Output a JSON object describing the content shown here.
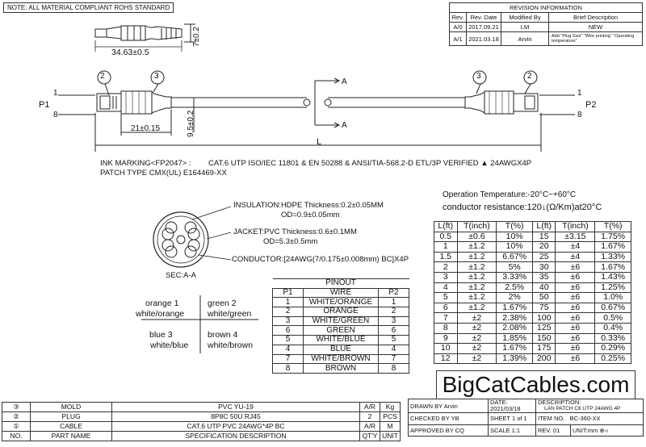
{
  "top_note": "NOTE: ALL MATERIAL COMPLIANT ROHS STANDARD",
  "revision": {
    "title": "REVISION INFORMATION",
    "headers": [
      "Rev.",
      "Rev. Date",
      "Modified By",
      "Brief Description"
    ],
    "rows": [
      {
        "rev": "A/0",
        "date": "2017.09.21",
        "by": "LM",
        "desc": "NEW"
      },
      {
        "rev": "A/1",
        "date": "2021.03.18",
        "by": "Arvin",
        "desc": "Add \"Plug Size\" \"Wire printing\" \"Operating temperature\""
      }
    ]
  },
  "drawing": {
    "dim_plug_length": "34.63±0.5",
    "dim_plug_height": "7±0.2",
    "dim_boot": "21±0.15",
    "dim_width": "9.5±0.2",
    "label_P1": "P1",
    "label_P2": "P2",
    "pin1_left": "1",
    "pin8_left": "8",
    "pin1_right": "1",
    "pin8_right": "8",
    "callout_2": "2",
    "callout_3": "3",
    "section_A": "A",
    "length_L": "L"
  },
  "ink_marking": {
    "line1_label": "INK MARKING<FP2047> :",
    "line1_text": "CAT.6 UTP ISO/IEC 11801 & EN 50288 & ANSI/TIA-568.2-D ETL/3P VERIFIED ▲ 24AWGX4P",
    "line2_text": "PATCH TYPE CMX(UL) E164469-XX"
  },
  "section": {
    "insulation": "INSULATION:HDPE Thickness:0.2±0.05MM",
    "insulation_od": "OD=0.9±0.05mm",
    "jacket": "JACKET:PVC  Thickness:0.6±0.1MM",
    "jacket_od": "OD=5.3±0.5mm",
    "conductor": "CONDUCTOR:[24AWG(7/0.175±0.008mm) BC]X4P",
    "label": "SEC:A-A"
  },
  "pairs": [
    {
      "a": "orange 1",
      "b": "white/orange",
      "c": "green  2",
      "d": "white/green"
    },
    {
      "a": "blue     3",
      "b": "white/blue",
      "c": "brown 4",
      "d": "white/brown"
    }
  ],
  "operation": {
    "temperature": "Operation Temperature:-20°C~+60°C",
    "resistance": "conductor resistance:120↓(Ω/Km)at20°C"
  },
  "tolerance_table": {
    "headers": [
      "L(ft)",
      "T(inch)",
      "T(%)",
      "L(ft)",
      "T(inch)",
      "T(%)"
    ],
    "rows": [
      [
        "0.5",
        "±0.6",
        "10%",
        "15",
        "±3.15",
        "1.75%"
      ],
      [
        "1",
        "±1.2",
        "10%",
        "20",
        "±4",
        "1.67%"
      ],
      [
        "1.5",
        "±1.2",
        "6.67%",
        "25",
        "±4",
        "1.33%"
      ],
      [
        "2",
        "±1.2",
        "5%",
        "30",
        "±6",
        "1.67%"
      ],
      [
        "3",
        "±1.2",
        "3.33%",
        "35",
        "±6",
        "1.43%"
      ],
      [
        "4",
        "±1.2",
        "2.5%",
        "40",
        "±6",
        "1.25%"
      ],
      [
        "5",
        "±1.2",
        "2%",
        "50",
        "±6",
        "1.0%"
      ],
      [
        "6",
        "±1.2",
        "1.67%",
        "75",
        "±6",
        "0.67%"
      ],
      [
        "7",
        "±2",
        "2.38%",
        "100",
        "±6",
        "0.5%"
      ],
      [
        "8",
        "±2",
        "2.08%",
        "125",
        "±6",
        "0.4%"
      ],
      [
        "9",
        "±2",
        "1.85%",
        "150",
        "±6",
        "0.33%"
      ],
      [
        "10",
        "±2",
        "1.67%",
        "175",
        "±6",
        "0.29%"
      ],
      [
        "12",
        "±2",
        "1.39%",
        "200",
        "±6",
        "0.25%"
      ]
    ]
  },
  "pinout": {
    "title": "PINOUT",
    "headers": [
      "P1",
      "WIRE",
      "P2"
    ],
    "rows": [
      [
        "1",
        "WHITE/ORANGE",
        "1"
      ],
      [
        "2",
        "ORANGE",
        "2"
      ],
      [
        "3",
        "WHITE/GREEN",
        "3"
      ],
      [
        "6",
        "GREEN",
        "6"
      ],
      [
        "5",
        "WHITE/BLUE",
        "5"
      ],
      [
        "4",
        "BLUE",
        "4"
      ],
      [
        "7",
        "WHITE/BROWN",
        "7"
      ],
      [
        "8",
        "BROWN",
        "8"
      ]
    ]
  },
  "brand": "BigCatCables.com",
  "spec_table": {
    "rows": [
      {
        "no": "③",
        "part": "MOLD",
        "spec": "PVC YU-19",
        "qty": "A/R",
        "unit": "Kg"
      },
      {
        "no": "②",
        "part": "PLUG",
        "spec": "8P8C 50U RJ45",
        "qty": "2",
        "unit": "PCS"
      },
      {
        "no": "①",
        "part": "CABLE",
        "spec": "CAT.6 UTP PVC 24AWG*4P BC",
        "qty": "A/R",
        "unit": "M"
      }
    ],
    "footer": {
      "no": "NO.",
      "part": "PART NAME",
      "spec": "SPECIFICATION DESCRIPTION",
      "qty": "QT'Y",
      "unit": "UNIT"
    }
  },
  "title_block": {
    "drawn_by_label": "DRAWN BY",
    "drawn_by": "Arvin",
    "date_label": "DATE:",
    "date": "2021/03/18",
    "desc_label": "DESCRIPTION:",
    "desc": "LAN PATCH C6 UTP 24AWG 4P",
    "checked_label": "CHECKED BY",
    "checked": "YB",
    "sheet": "SHEET 1 of 1",
    "item_label": "ITEM NO.",
    "item": "BC-360-XX",
    "approved_label": "APPROVED BY",
    "approved": "CQ",
    "scale": "SCALE 1:1",
    "rev": "REV. 01",
    "unit": "UNIT:mm"
  }
}
